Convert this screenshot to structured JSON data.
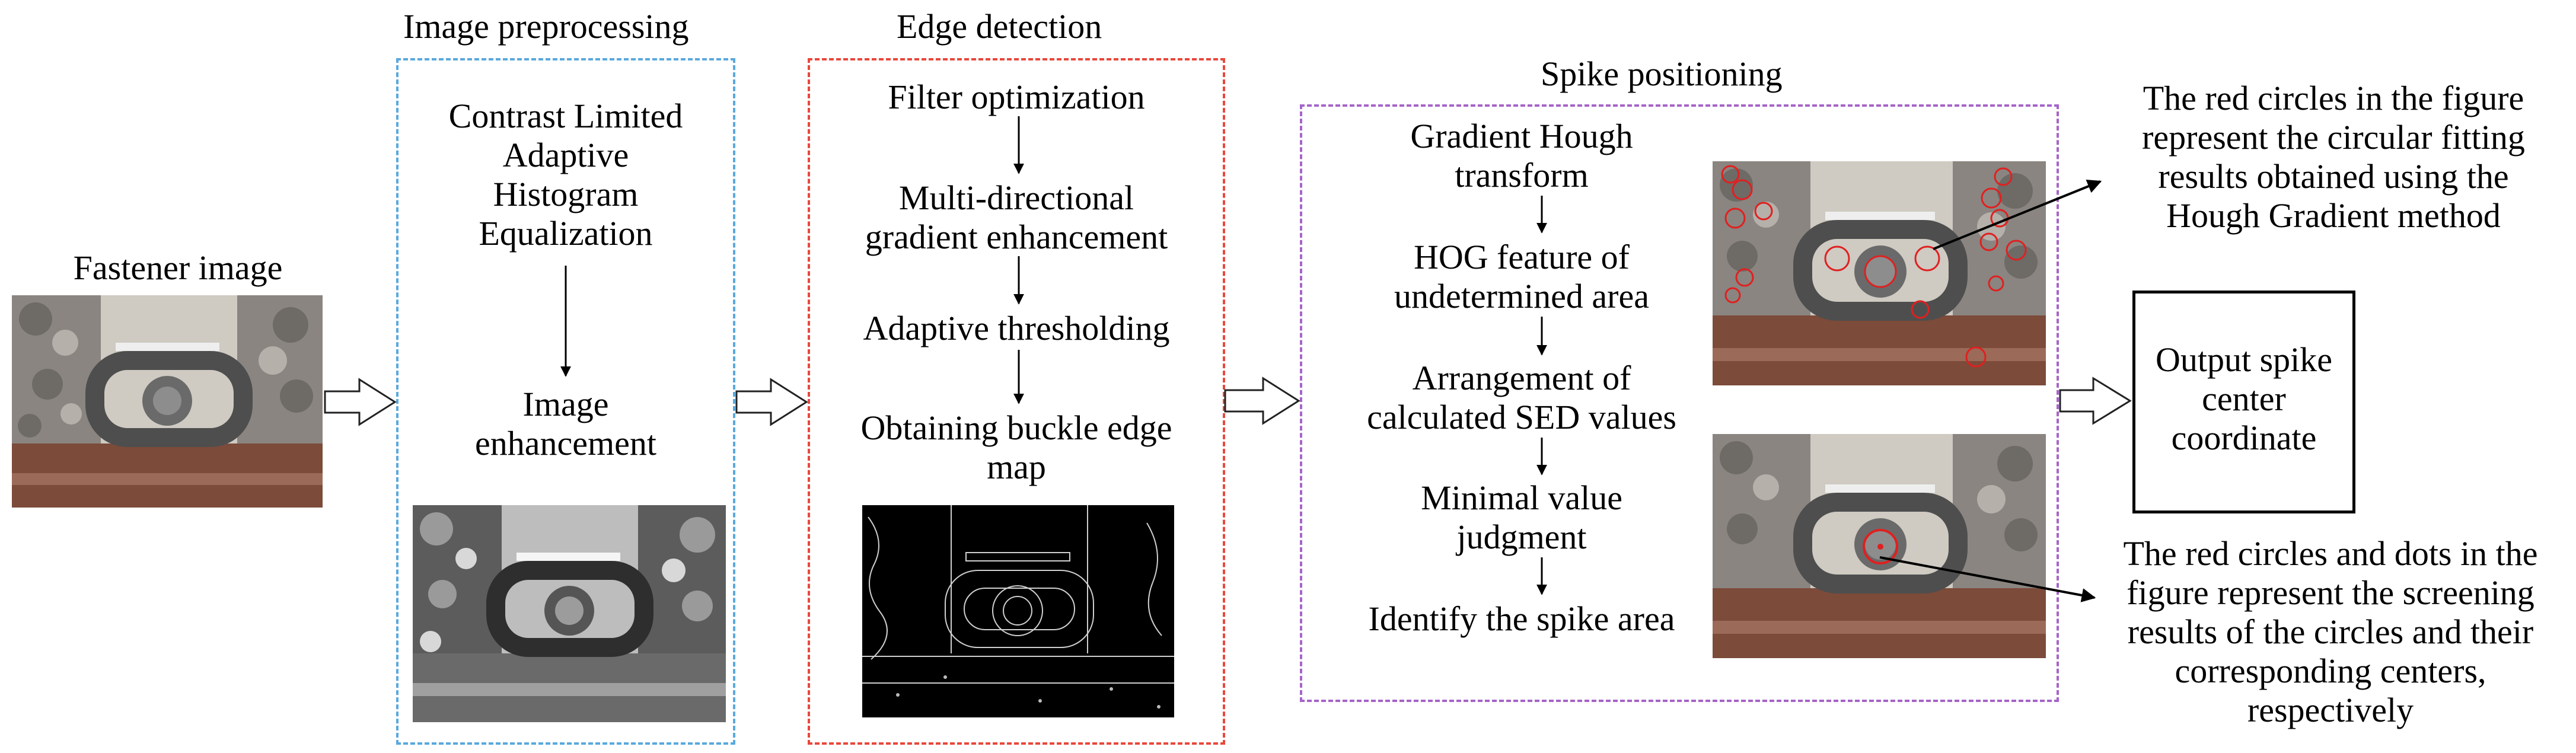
{
  "colors": {
    "preprocessing_border": "#5aa9de",
    "edge_border": "#e8483c",
    "spike_border": "#a565c9",
    "marker_circle": "#e02020",
    "text": "#000000"
  },
  "input": {
    "label": "Fastener image"
  },
  "preprocessing": {
    "title": "Image preprocessing",
    "method_line1": "Contrast Limited",
    "method_line2": "Adaptive",
    "method_line3": "Histogram",
    "method_line4": "Equalization",
    "result_line1": "Image",
    "result_line2": "enhancement"
  },
  "edge": {
    "title": "Edge detection",
    "step1": "Filter optimization",
    "step2_line1": "Multi-directional",
    "step2_line2": "gradient enhancement",
    "step3": "Adaptive thresholding",
    "step4_line1": "Obtaining buckle edge",
    "step4_line2": "map"
  },
  "spike": {
    "title": "Spike positioning",
    "step1_line1": "Gradient Hough",
    "step1_line2": "transform",
    "step2_line1": "HOG feature of",
    "step2_line2": "undetermined area",
    "step3_line1": "Arrangement of",
    "step3_line2": "calculated SED values",
    "step4_line1": "Minimal value",
    "step4_line2": "judgment",
    "step5": "Identify the spike area"
  },
  "output": {
    "line1": "Output spike",
    "line2": "center",
    "line3": "coordinate"
  },
  "annotations": {
    "hough_line1": "The red circles in the figure",
    "hough_line2": "represent the circular fitting",
    "hough_line3": "results obtained using the",
    "hough_line4": "Hough Gradient method",
    "screen_line1": "The red circles and dots in the",
    "screen_line2": "figure represent the screening",
    "screen_line3": "results of the circles and their",
    "screen_line4": "corresponding centers,",
    "screen_line5": "respectively"
  }
}
